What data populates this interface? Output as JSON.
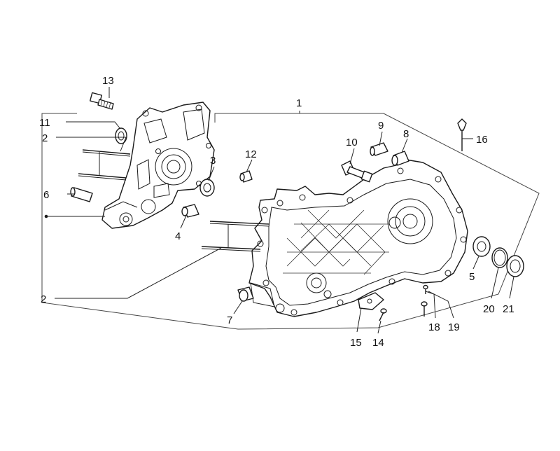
{
  "diagram": {
    "callouts": {
      "c1": "1",
      "c2a": "2",
      "c2b": "2",
      "c3": "3",
      "c4": "4",
      "c5": "5",
      "c6": "6",
      "c7": "7",
      "c8": "8",
      "c9": "9",
      "c10": "10",
      "c11": "11",
      "c12": "12",
      "c13": "13",
      "c14": "14",
      "c15": "15",
      "c16": "16",
      "c18": "18",
      "c19": "19",
      "c20": "20",
      "c21": "21"
    }
  }
}
